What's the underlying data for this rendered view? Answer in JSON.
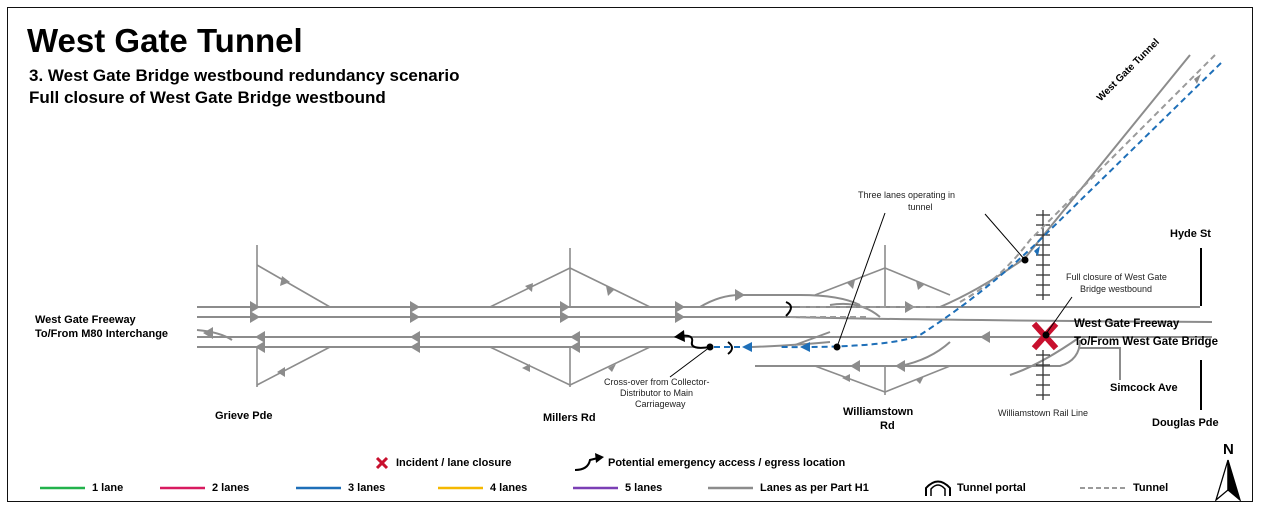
{
  "header": {
    "title": "West Gate Tunnel",
    "subtitle_1": "3. West Gate Bridge westbound redundancy scenario",
    "subtitle_2": "Full closure of West Gate Bridge westbound"
  },
  "labels": {
    "freeway_west_1": "West Gate Freeway",
    "freeway_west_2": "To/From M80 Interchange",
    "grieve": "Grieve Pde",
    "millers": "Millers Rd",
    "williamstown_1": "Williamstown",
    "williamstown_2": "Rd",
    "hyde": "Hyde St",
    "freeway_east": "West Gate Freeway",
    "bridge": "To/From West Gate Bridge",
    "simcock": "Simcock Ave",
    "douglas": "Douglas Pde",
    "tunnel": "West Gate Tunnel",
    "rail": "Williamstown Rail Line"
  },
  "annotations": {
    "three_lanes_1": "Three lanes operating in",
    "three_lanes_2": "tunnel",
    "closure_1": "Full closure of West Gate",
    "closure_2": "Bridge westbound",
    "crossover_1": "Cross-over from Collector-",
    "crossover_2": "Distributor to Main",
    "crossover_3": "Carriageway"
  },
  "legend": {
    "incident": "Incident / lane closure",
    "emergency": "Potential emergency access / egress location",
    "lane1": "1 lane",
    "lane2": "2 lanes",
    "lane3": "3 lanes",
    "lane4": "4 lanes",
    "lane5": "5 lanes",
    "lanes_h1": "Lanes as per Part H1",
    "portal": "Tunnel portal",
    "tunnel": "Tunnel",
    "north": "N",
    "colors": {
      "lane1": "#22b24c",
      "lane2": "#d81b60",
      "lane3": "#1e6fb8",
      "lane4": "#f5b800",
      "lane5": "#7b3fb5",
      "h1": "#8c8c8c",
      "incident": "#c8102e"
    }
  }
}
